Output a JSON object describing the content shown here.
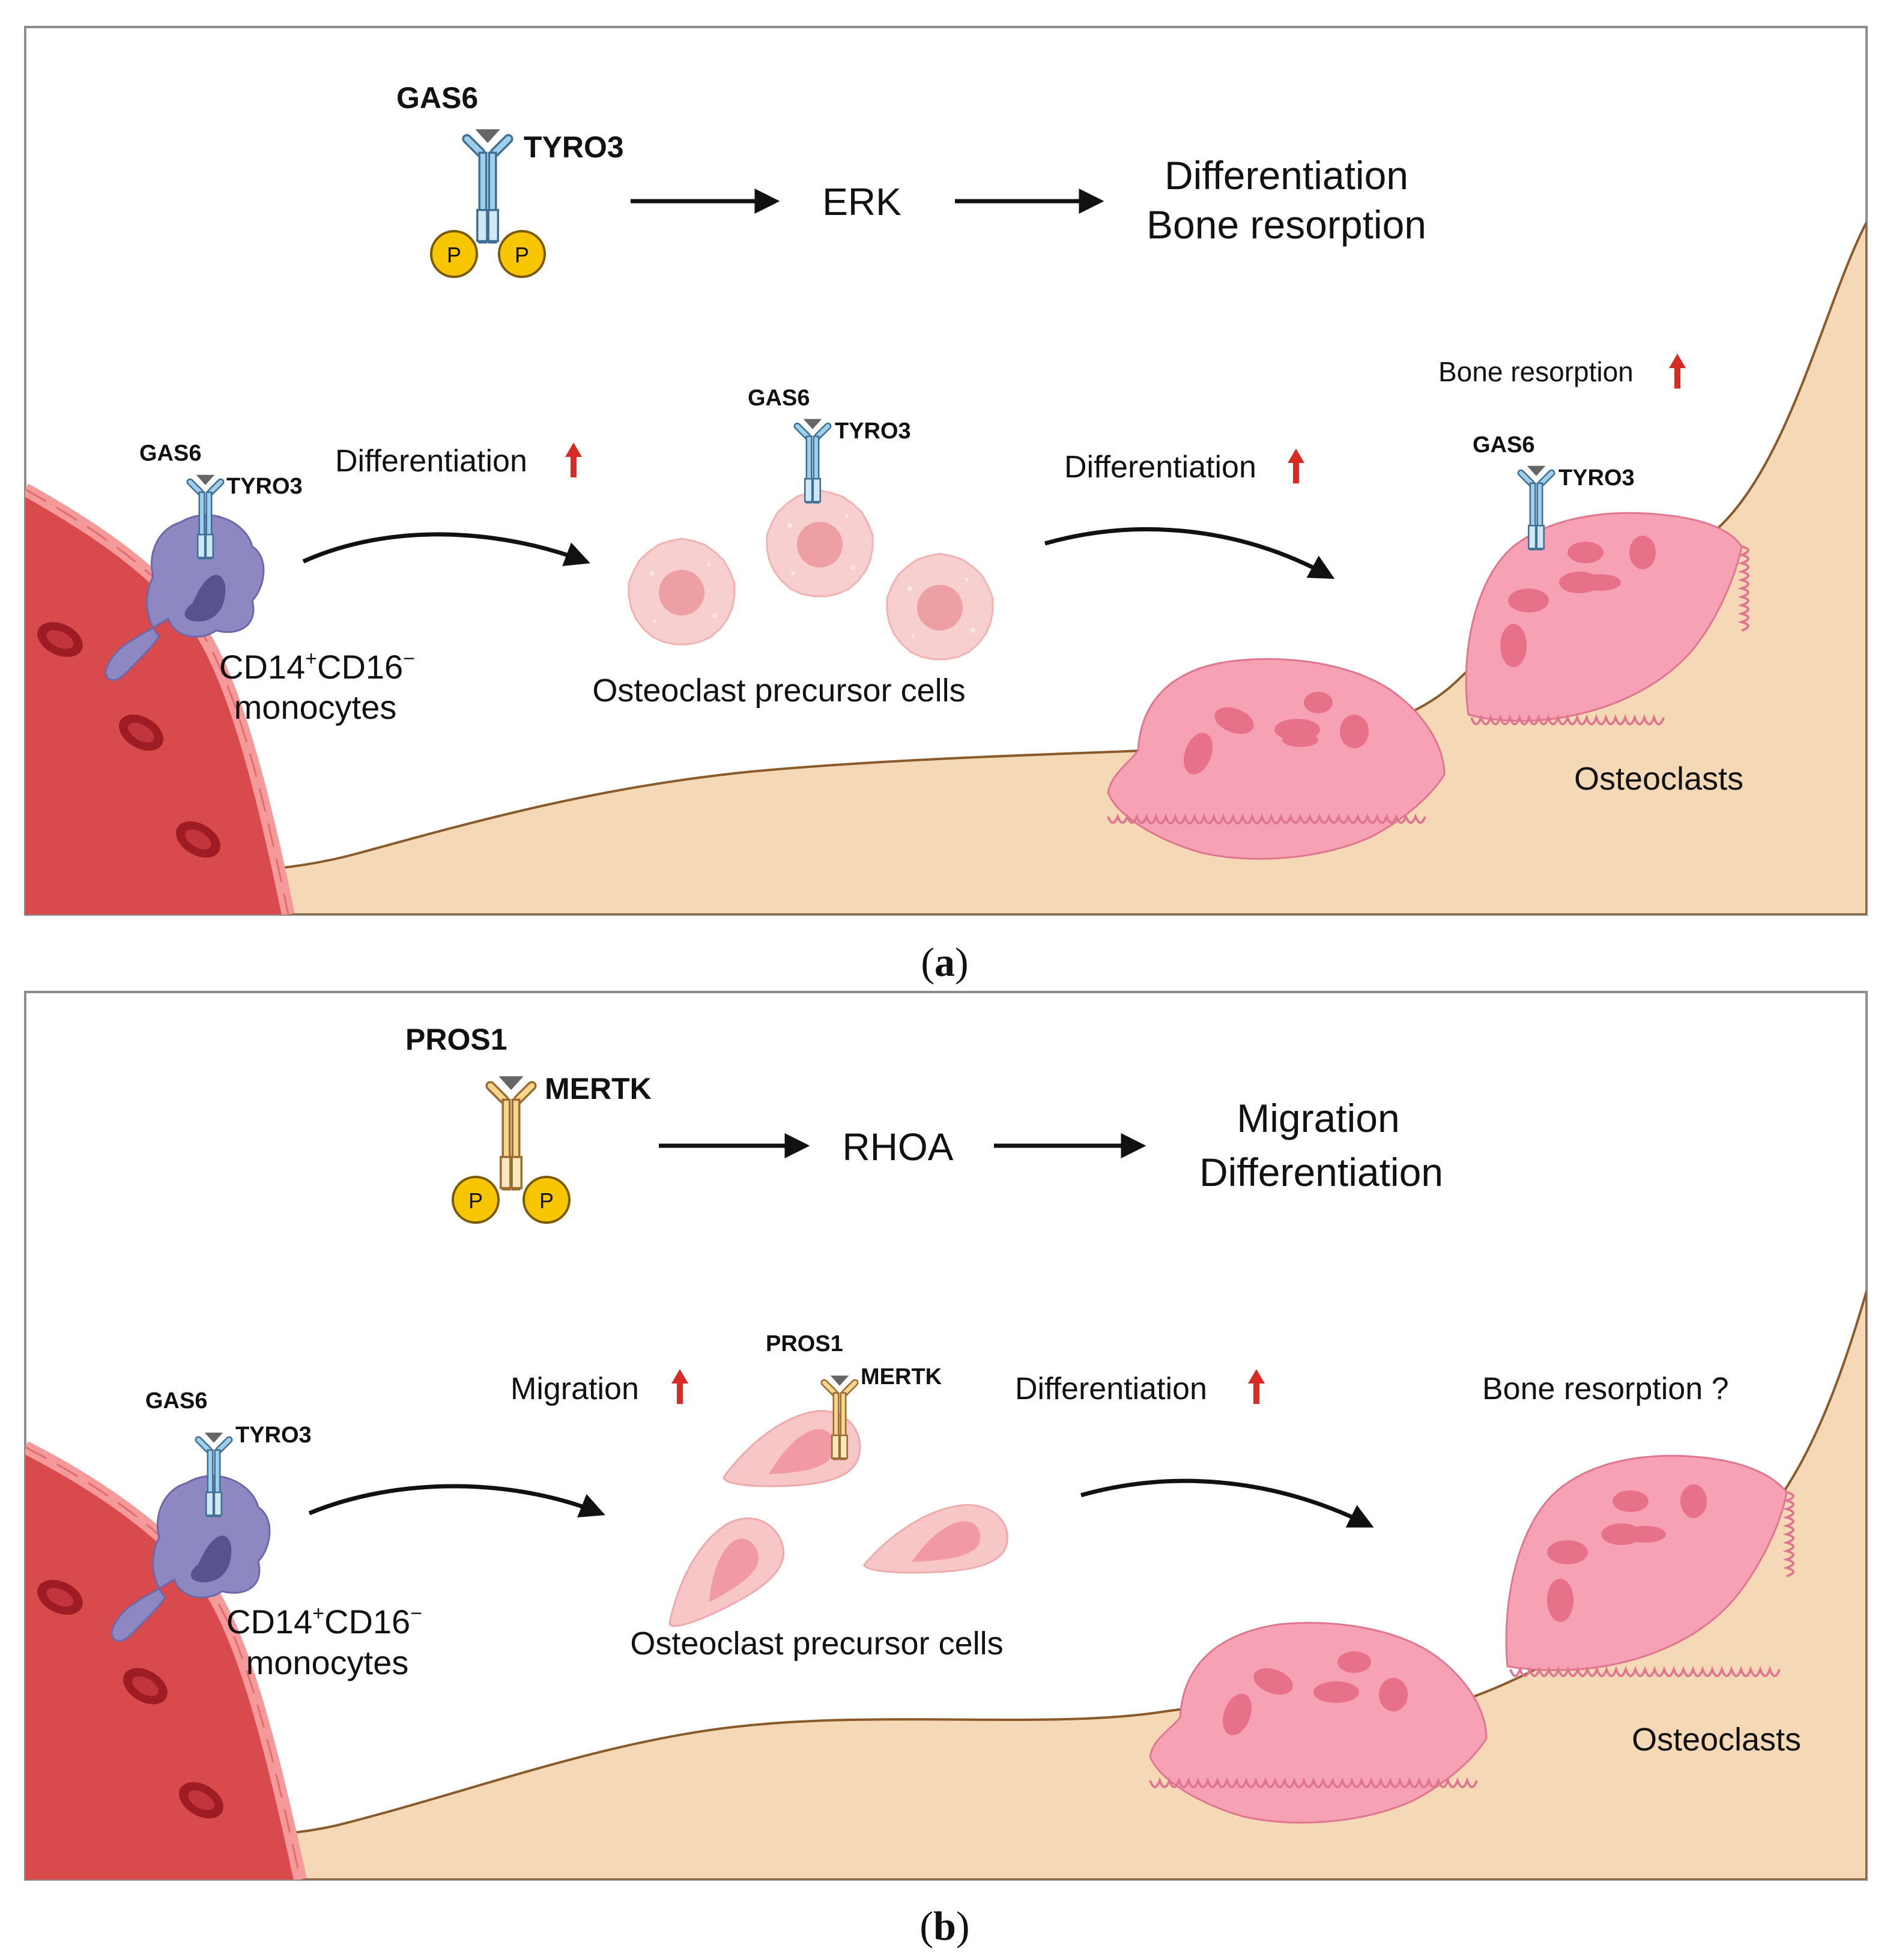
{
  "colors": {
    "bone": "#f5d9b6",
    "bone_edge": "#8a5a2b",
    "vessel": "#d84a4c",
    "vessel_wall": "#f59a9a",
    "rbc": "#9e1d24",
    "monocyte": "#8d87c2",
    "osteoclast": "#f6a2b4",
    "osteoclast_nucleus": "#e8718a",
    "precursor": "#f7cfcf",
    "tyro3_receptor": "#9ed0ec",
    "mertk_receptor": "#f6d58d",
    "ligand": "#666666",
    "phospho": "#f7c600",
    "up_arrow": "#d62c24"
  },
  "panel_a": {
    "label_letter": "a",
    "pathway": {
      "ligand": "GAS6",
      "receptor": "TYRO3",
      "phospho_label": "P",
      "mediator": "ERK",
      "outcome_line1": "Differentiation",
      "outcome_line2": "Bone resorption"
    },
    "scene": {
      "monocyte_ligand": "GAS6",
      "monocyte_receptor": "TYRO3",
      "monocyte_label_line1": "CD14",
      "monocyte_label_sup1": "+",
      "monocyte_label_mid": "CD16",
      "monocyte_label_sup2": "−",
      "monocyte_label_line2": "monocytes",
      "step1_label": "Differentiation",
      "precursor_ligand": "GAS6",
      "precursor_receptor": "TYRO3",
      "precursor_label": "Osteoclast precursor cells",
      "step2_label": "Differentiation",
      "osteoclast_ligand": "GAS6",
      "osteoclast_receptor": "TYRO3",
      "resorption_label": "Bone resorption",
      "osteoclast_label": "Osteoclasts"
    }
  },
  "panel_b": {
    "label_letter": "b",
    "pathway": {
      "ligand": "PROS1",
      "receptor": "MERTK",
      "phospho_label": "P",
      "mediator": "RHOA",
      "outcome_line1": "Migration",
      "outcome_line2": "Differentiation"
    },
    "scene": {
      "monocyte_ligand": "GAS6",
      "monocyte_receptor": "TYRO3",
      "monocyte_label_line1": "CD14",
      "monocyte_label_sup1": "+",
      "monocyte_label_mid": "CD16",
      "monocyte_label_sup2": "−",
      "monocyte_label_line2": "monocytes",
      "step1_label": "Migration",
      "precursor_ligand": "PROS1",
      "precursor_receptor": "MERTK",
      "precursor_label": "Osteoclast precursor cells",
      "step2_label": "Differentiation",
      "resorption_label": "Bone resorption ?",
      "osteoclast_label": "Osteoclasts"
    }
  }
}
